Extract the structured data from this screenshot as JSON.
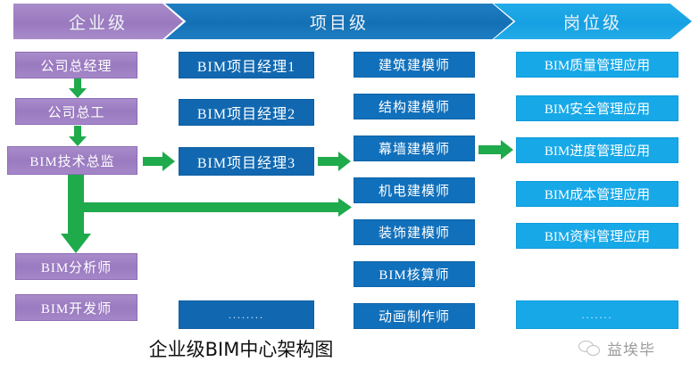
{
  "header": {
    "levels": [
      {
        "label": "企业级",
        "color": "#9a79be"
      },
      {
        "label": "项目级",
        "color": "#1470b4"
      },
      {
        "label": "岗位级",
        "color": "#14a0e2"
      }
    ]
  },
  "enterprise_column": {
    "nodes": [
      {
        "label": "公司总经理"
      },
      {
        "label": "公司总工"
      },
      {
        "label": "BIM技术总监"
      },
      {
        "label": "BIM分析师"
      },
      {
        "label": "BIM开发师"
      }
    ]
  },
  "project_manager_column": {
    "nodes": [
      {
        "label": "BIM项目经理1"
      },
      {
        "label": "BIM项目经理2"
      },
      {
        "label": "BIM项目经理3"
      },
      {
        "label": "........"
      }
    ]
  },
  "modeler_column": {
    "nodes": [
      {
        "label": "建筑建模师"
      },
      {
        "label": "结构建模师"
      },
      {
        "label": "幕墙建模师"
      },
      {
        "label": "机电建模师"
      },
      {
        "label": "装饰建模师"
      },
      {
        "label": "BIM核算师"
      },
      {
        "label": "动画制作师"
      }
    ]
  },
  "application_column": {
    "nodes": [
      {
        "label": "BIM质量管理应用"
      },
      {
        "label": "BIM安全管理应用"
      },
      {
        "label": "BIM进度管理应用"
      },
      {
        "label": "BIM成本管理应用"
      },
      {
        "label": "BIM资料管理应用"
      },
      {
        "label": "......."
      }
    ]
  },
  "caption": {
    "title": "企业级BIM中心架构图"
  },
  "watermark": {
    "text": "益埃毕",
    "icon": "wechat-icon"
  },
  "colors": {
    "purple": "#9a7ac0",
    "blue_dark": "#1168b0",
    "cyan": "#17a8e8",
    "arrow_green": "#1faa4b",
    "background": "#ffffff"
  }
}
